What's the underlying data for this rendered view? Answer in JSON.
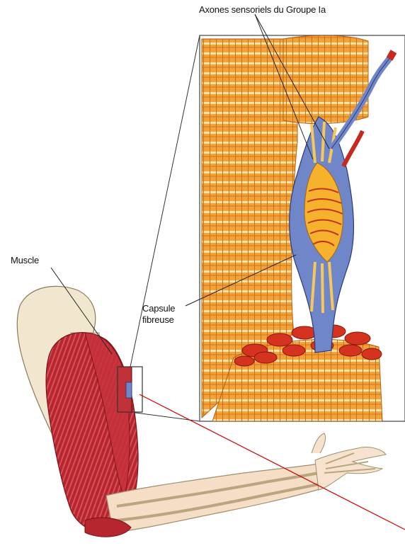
{
  "labels": {
    "axones": "Axones sensoriels du Groupe Ia",
    "muscle": "Muscle",
    "capsule_line1": "Capsule",
    "capsule_line2": "fibreuse"
  },
  "colors": {
    "fiber_orange": "#f2a23a",
    "fiber_light": "#fbe3a6",
    "spindle_blue": "#6f87c9",
    "muscle_red": "#b5262e",
    "bone": "#f1e7cf",
    "pointer_red": "#d00000",
    "background": "#ffffff"
  },
  "icons": {
    "arm": "anatomical-arm-illustration",
    "spindle": "muscle-spindle-illustration"
  }
}
